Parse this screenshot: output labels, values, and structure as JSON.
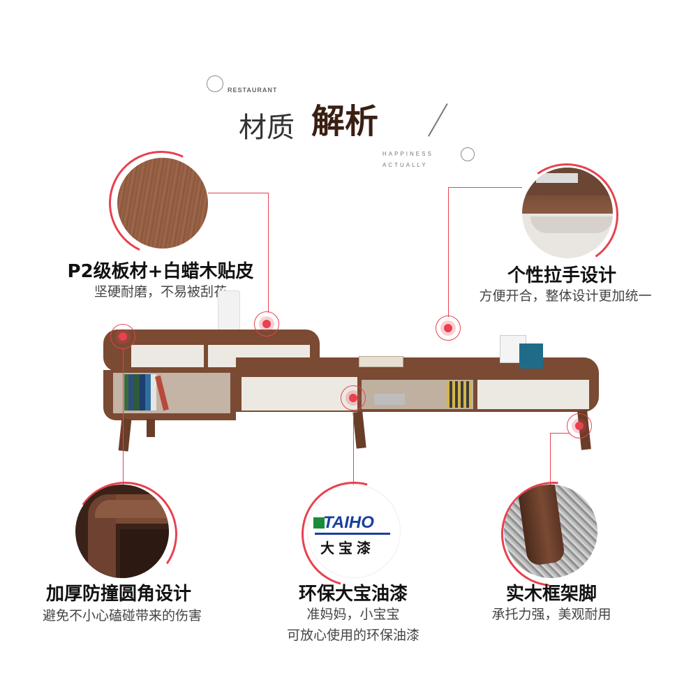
{
  "header": {
    "restaurant": "RESTAURANT",
    "title_light": "材质",
    "title_bold": "解析",
    "tag_line1": "HAPPINESS",
    "tag_line2": "ACTUALLY"
  },
  "features": [
    {
      "id": "board",
      "title": "P2级板材+白蜡木贴皮",
      "subtitle": "坚硬耐磨，不易被刮花"
    },
    {
      "id": "handle",
      "title": "个性拉手设计",
      "subtitle": "方便开合，整体设计更加统一"
    },
    {
      "id": "corner",
      "title": "加厚防撞圆角设计",
      "subtitle": "避免不小心磕碰带来的伤害"
    },
    {
      "id": "paint",
      "title": "环保大宝油漆",
      "subtitle_line1": "准妈妈，小宝宝",
      "subtitle_line2": "可放心使用的环保油漆"
    },
    {
      "id": "legs",
      "title": "实木框架脚",
      "subtitle": "承托力强，美观耐用"
    }
  ],
  "brand": {
    "logo_text": "TAIHO",
    "logo_cn": "大宝漆"
  },
  "colors": {
    "accent_red": "#e8414f",
    "walnut": "#7a4a33",
    "cream": "#ece9e3"
  }
}
